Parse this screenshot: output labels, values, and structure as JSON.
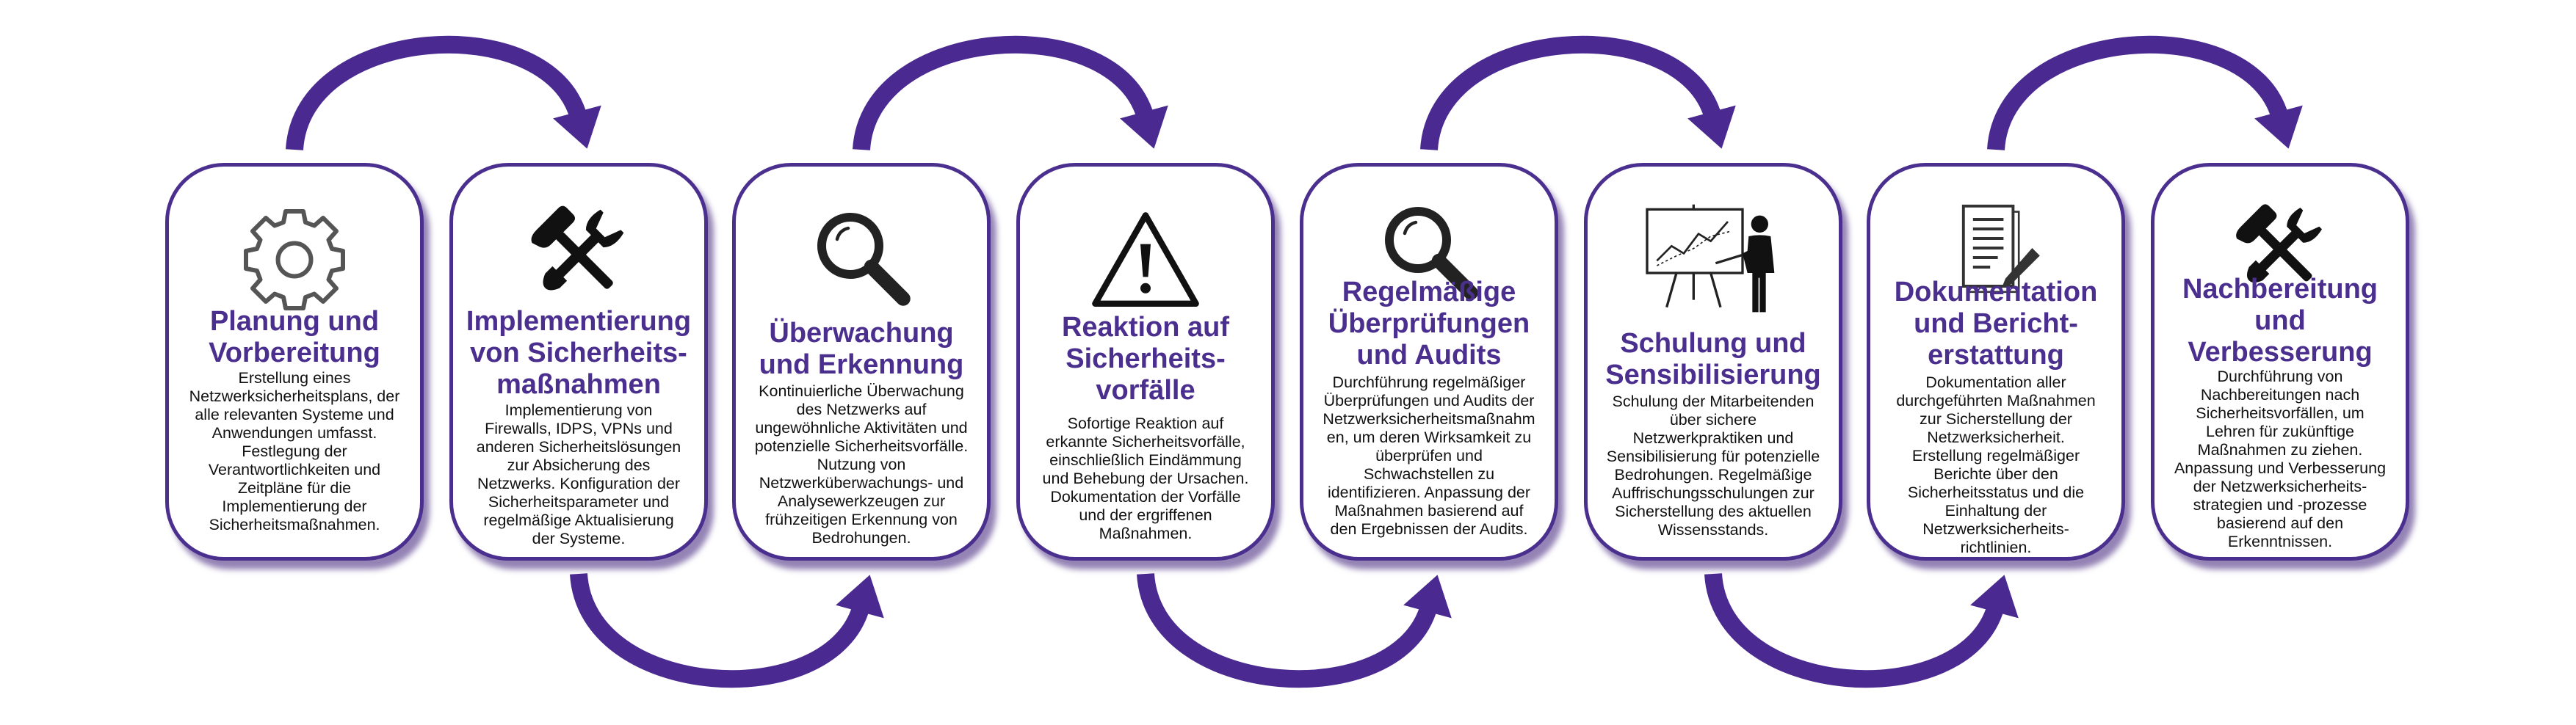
{
  "colors": {
    "accent": "#4b2f8f",
    "arrow": "#4a2a90",
    "text": "#111111",
    "background": "#ffffff"
  },
  "steps": [
    {
      "icon": "gear-icon",
      "title": "Planung und\nVorbereitung",
      "description": "Erstellung eines\nNetzwerksicherheitsplans, der\nalle relevanten Systeme und\nAnwendungen umfasst.\nFestlegung der\nVerantwortlichkeiten und\nZeitpläne für die\nImplementierung der\nSicherheitsmaßnahmen."
    },
    {
      "icon": "tools-icon",
      "title": "Implementierung\nvon Sicherheits-\nmaßnahmen",
      "description": "Implementierung von\nFirewalls, IDPS, VPNs und\nanderen Sicherheitslösungen\nzur Absicherung des\nNetzwerks. Konfiguration der\nSicherheitsparameter und\nregelmäßige Aktualisierung\nder Systeme."
    },
    {
      "icon": "magnifier-icon",
      "title": "Überwachung\nund Erkennung",
      "description": "Kontinuierliche Überwachung\ndes Netzwerks auf\nungewöhnliche Aktivitäten und\npotenzielle Sicherheitsvorfälle.\nNutzung von\nNetzwerküberwachungs- und\nAnalysewerkzeugen zur\nfrühzeitigen Erkennung von\nBedrohungen."
    },
    {
      "icon": "warning-icon",
      "title": "Reaktion auf\nSicherheits-\nvorfälle",
      "description": "Sofortige Reaktion auf\nerkannte Sicherheitsvorfälle,\neinschließlich Eindämmung\nund Behebung der Ursachen.\nDokumentation der Vorfälle\nund der ergriffenen\nMaßnahmen."
    },
    {
      "icon": "magnifier-icon",
      "title": "Regelmäßige\nÜberprüfungen\nund Audits",
      "description": "Durchführung regelmäßiger\nÜberprüfungen und Audits der\nNetzwerksicherheitsmaßnahm\nen, um deren Wirksamkeit zu\nüberprüfen und\nSchwachstellen zu\nidentifizieren. Anpassung der\nMaßnahmen basierend auf\nden Ergebnissen der Audits."
    },
    {
      "icon": "presentation-icon",
      "title": "Schulung und\nSensibilisierung",
      "description": "Schulung der Mitarbeitenden\nüber sichere\nNetzwerkpraktiken und\nSensibilisierung für potenzielle\nBedrohungen. Regelmäßige\nAuffrischungsschulungen zur\nSicherstellung des aktuellen\nWissensstands."
    },
    {
      "icon": "document-icon",
      "title": "Dokumentation\nund Bericht-\nerstattung",
      "description": "Dokumentation aller\ndurchgeführten Maßnahmen\nzur Sicherstellung der\nNetzwerksicherheit.\nErstellung regelmäßiger\nBerichte über den\nSicherheitsstatus und die\nEinhaltung der\nNetzwerksicherheits-\nrichtlinien."
    },
    {
      "icon": "tools-icon",
      "title": "Nachbereitung\nund\nVerbesserung",
      "description": "Durchführung von\nNachbereitungen nach\nSicherheitsvorfällen, um\nLehren für zukünftige\nMaßnahmen zu ziehen.\nAnpassung und Verbesserung\nder Netzwerksicherheits-\nstrategien und -prozesse\nbasierend auf den\nErkenntnissen."
    }
  ]
}
